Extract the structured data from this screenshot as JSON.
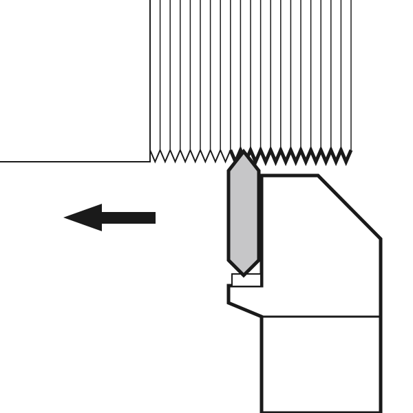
{
  "diagram": {
    "subject": "thread-turning-tool",
    "colors": {
      "background": "#ffffff",
      "outline": "#1a1a1a",
      "insert_fill": "#c6c6c8",
      "arrow": "#1a1a1a"
    },
    "feed_direction": "left",
    "thread_teeth": 20
  }
}
